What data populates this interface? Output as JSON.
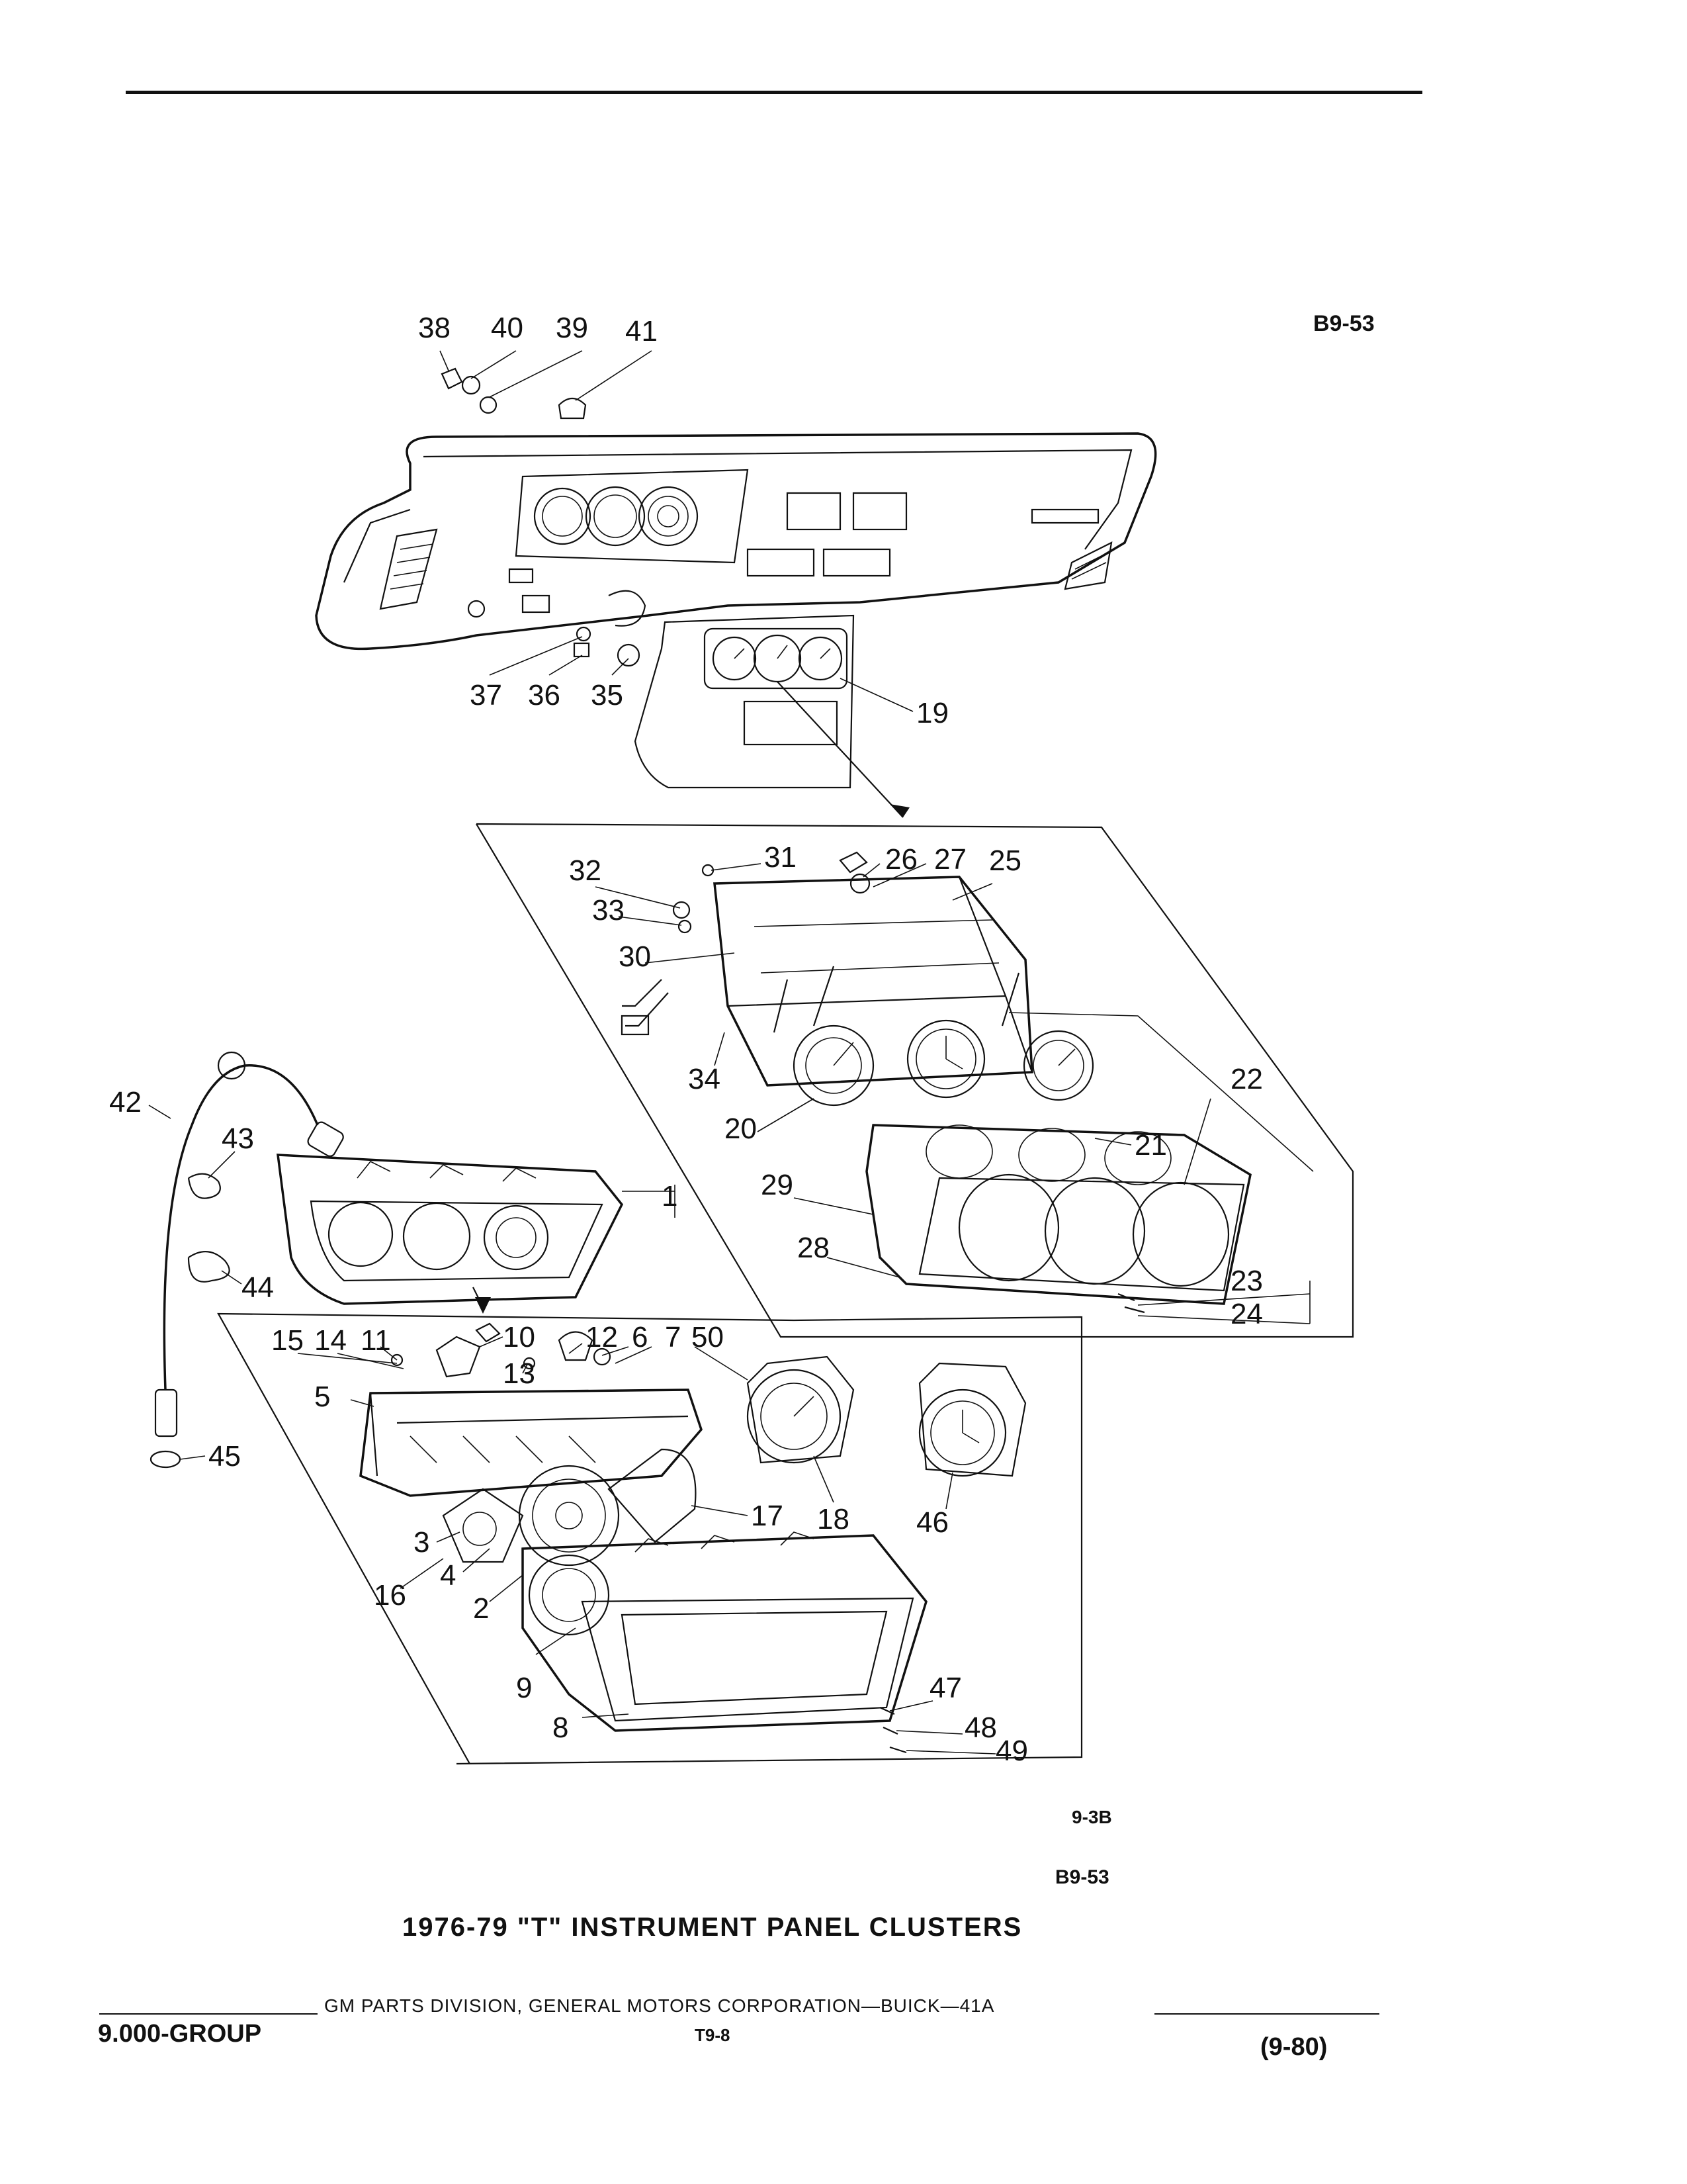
{
  "page": {
    "code_top": "B9-53",
    "figure_number": "9-3B",
    "code_bottom": "B9-53",
    "title": "1976-79 \"T\" INSTRUMENT PANEL CLUSTERS",
    "group": "9.000-GROUP",
    "publisher": "GM PARTS DIVISION, GENERAL MOTORS CORPORATION—BUICK—41A",
    "page_code": "T9-8",
    "revision": "(9-80)"
  },
  "callouts": {
    "c1": "1",
    "c2": "2",
    "c3": "3",
    "c4": "4",
    "c5": "5",
    "c6": "6",
    "c7": "7",
    "c8": "8",
    "c9": "9",
    "c10": "10",
    "c11": "11",
    "c12": "12",
    "c13": "13",
    "c14": "14",
    "c15": "15",
    "c16": "16",
    "c17": "17",
    "c18": "18",
    "c19": "19",
    "c20": "20",
    "c21": "21",
    "c22": "22",
    "c23": "23",
    "c24": "24",
    "c25": "25",
    "c26": "26",
    "c27": "27",
    "c28": "28",
    "c29": "29",
    "c30": "30",
    "c31": "31",
    "c32": "32",
    "c33": "33",
    "c34": "34",
    "c35": "35",
    "c36": "36",
    "c37": "37",
    "c38": "38",
    "c39": "39",
    "c40": "40",
    "c41": "41",
    "c42": "42",
    "c43": "43",
    "c44": "44",
    "c45": "45",
    "c46": "46",
    "c47": "47",
    "c48": "48",
    "c49": "49",
    "c50": "50"
  }
}
